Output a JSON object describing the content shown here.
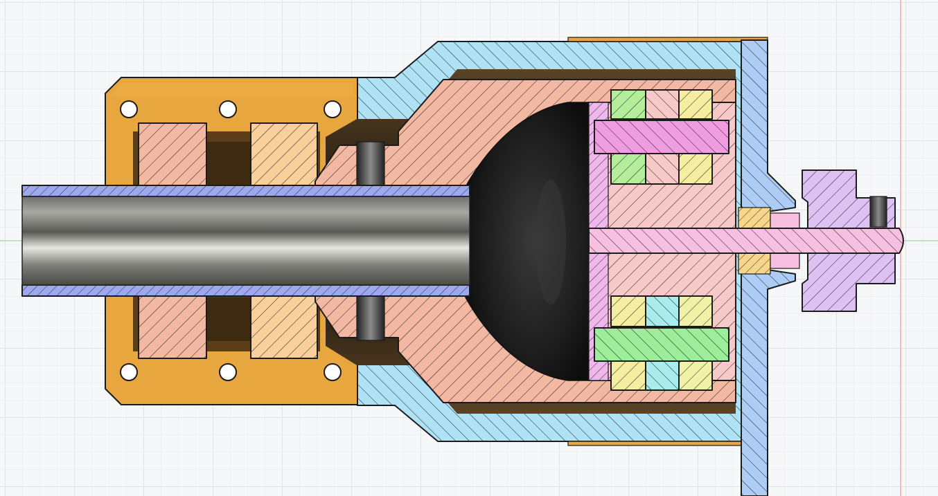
{
  "canvas": {
    "background": "#f6f7f8",
    "grid_minor": "#e3e6ea",
    "grid_major": "#d2d6db",
    "axis_red": "#f2a6a0",
    "axis_green": "#9fd49c"
  },
  "view": {
    "type": "section-analysis",
    "visible_text": ""
  },
  "components": [
    {
      "id": "mount-flange",
      "color": "#e8a63e"
    },
    {
      "id": "bearing-left",
      "color": "#f3b8a2"
    },
    {
      "id": "bearing-right",
      "color": "#f9cf9c"
    },
    {
      "id": "tube-sleeve",
      "color": "#9ea8ee"
    },
    {
      "id": "tube",
      "color": "#8d8d8a"
    },
    {
      "id": "outer-housing",
      "color": "#aee2f4"
    },
    {
      "id": "inner-hub",
      "color": "#f3b8a2"
    },
    {
      "id": "dome-cavity",
      "color": "#1f1f1f"
    },
    {
      "id": "gear-carrier",
      "color": "#f8c9c9"
    },
    {
      "id": "gear-upper-pin",
      "color": "#ef9ce1"
    },
    {
      "id": "gear-lower-pin",
      "color": "#9cee9a"
    },
    {
      "id": "planet-upper-a",
      "color": "#b4ee9a"
    },
    {
      "id": "planet-upper-b",
      "color": "#f5eea0"
    },
    {
      "id": "planet-lower-a",
      "color": "#f5eea0"
    },
    {
      "id": "planet-lower-b",
      "color": "#a8ecec"
    },
    {
      "id": "mounting-plate",
      "color": "#aecdf6"
    },
    {
      "id": "output-shaft",
      "color": "#f7bfe0"
    },
    {
      "id": "shaft-spacer",
      "color": "#f7d58a"
    },
    {
      "id": "pulley",
      "color": "#dcc1f2"
    }
  ]
}
